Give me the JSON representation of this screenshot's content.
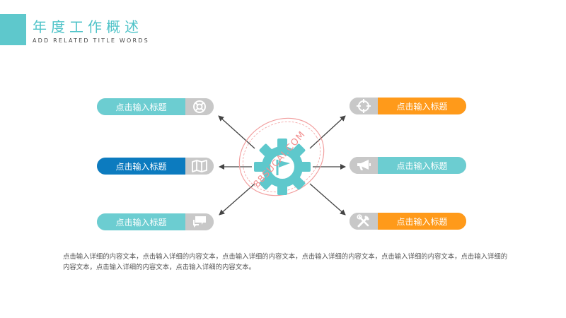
{
  "header": {
    "title": "年度工作概述",
    "subtitle": "ADD RELATED TITLE WORDS"
  },
  "colors": {
    "teal": "#6ccdd1",
    "blue": "#0c7bbf",
    "orange": "#ff9a1a",
    "gray": "#c8c8c8",
    "watermark": "#f08c8c"
  },
  "hub": {
    "icon": "gear-with-flag-icon",
    "watermark_text": "88SUCAI.COM"
  },
  "items": [
    {
      "id": "top-left",
      "label": "点击输入标题",
      "color": "teal",
      "icon": "lifebuoy-icon"
    },
    {
      "id": "mid-left",
      "label": "点击输入标题",
      "color": "blue",
      "icon": "map-icon"
    },
    {
      "id": "bottom-left",
      "label": "点击输入标题",
      "color": "teal",
      "icon": "chat-icon"
    },
    {
      "id": "top-right",
      "label": "点击输入标题",
      "color": "orange",
      "icon": "target-icon"
    },
    {
      "id": "mid-right",
      "label": "点击输入标题",
      "color": "teal",
      "icon": "megaphone-icon"
    },
    {
      "id": "bottom-right",
      "label": "点击输入标题",
      "color": "orange",
      "icon": "tools-icon"
    }
  ],
  "body_text": "点击输入详细的内容文本，点击输入详细的内容文本，点击输入详细的内容文本，点击输入详细的内容文本，点击输入详细的内容文本，点击输入详细的内容文本，点击输入详细的内容文本，点击输入详细的内容文本。"
}
